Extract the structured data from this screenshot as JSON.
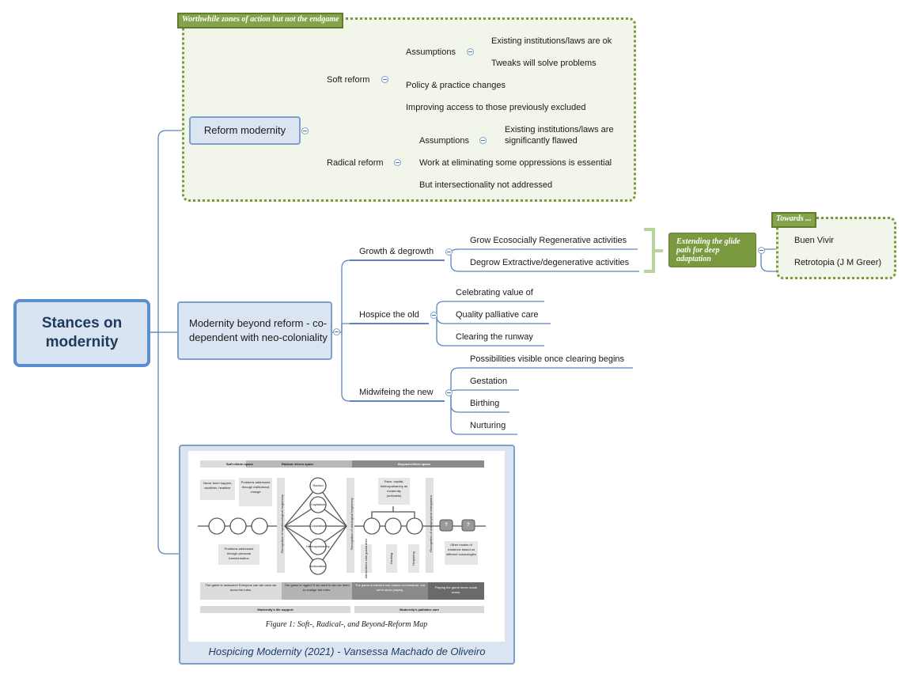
{
  "root": {
    "label": "Stances on modernity"
  },
  "zone_reform": {
    "label": "Worthwhile zones of action but not the endgame"
  },
  "zone_towards": {
    "label": "Towards ..."
  },
  "reform_modernity": {
    "label": "Reform modernity",
    "soft_reform": {
      "label": "Soft reform",
      "assumptions": "Assumptions",
      "assumption_items": [
        "Existing institutions/laws are ok",
        "Tweaks will solve problems"
      ],
      "policy": "Policy & practice changes",
      "access": "Improving access to those previously excluded"
    },
    "radical_reform": {
      "label": "Radical reform",
      "assumptions": "Assumptions",
      "assumption_item": "Existing institutions/laws are significantly flawed",
      "work": "Work at eliminating some oppressions is essential",
      "intersectionality": "But intersectionality not addressed"
    }
  },
  "beyond_reform": {
    "label": "Modernity beyond reform - co-dependent with neo-coloniality",
    "growth": {
      "label": "Growth & degrowth",
      "items": [
        "Grow Ecosocially Regenerative activities",
        "Degrow Extractive/degenerative activities"
      ]
    },
    "glide_path": "Extending the glide path for deep adaptation",
    "towards_items": [
      "Buen Vivir",
      "Retrotopia (J M Greer)"
    ],
    "hospice": {
      "label": "Hospice the old",
      "items": [
        "Celebrating value of",
        "Quality palliative care",
        "Clearing the runway"
      ]
    },
    "midwife": {
      "label": "Midwifeing the new",
      "items": [
        "Possibilities visible once clearing begins",
        "Gestation",
        "Birthing",
        "Nurturing"
      ]
    }
  },
  "figure": {
    "caption": "Figure 1: Soft-, Radical-, and Beyond-Reform Map",
    "source": "Hospicing Modernity (2021) - Vansessa Machado de Oliveiro",
    "header": [
      "Soft reform space",
      "Radical reform space",
      "Beyond-reform space"
    ],
    "left_notes": [
      "Never been happier, wealthier, healthier",
      "Problems addressed through institutional change",
      "Problems addressed through personal transformation"
    ],
    "radical_nodes": [
      "Racism",
      "Capitalism",
      "Colonialism",
      "Heteropatriarchy",
      "Nationalism"
    ],
    "vertical_labels": [
      "Recognition of epistemological hegemony",
      "Recognition of ontological hegemony",
      "Recognition of metaphysical entrapment"
    ],
    "beyond_note": "Race, capital, heteropatriarchy as modernity (unfixable)",
    "beyond_items": [
      "Alternatives with guarantees",
      "Hacking",
      "Hospicing"
    ],
    "other_modes": "Other modes of existence based on different cosmologies",
    "game": [
      "The game is awesome! Everyone can win once we know the rules.",
      "The game is rigged! If we want to win we need to change the rules.",
      "The game is harmful and makes us immature, but we're stuck playing.",
      "Playing the game never made sense."
    ],
    "footer": [
      "Modernity's life support",
      "Modernity's palliative care"
    ],
    "question_marks": [
      "?",
      "?"
    ]
  }
}
